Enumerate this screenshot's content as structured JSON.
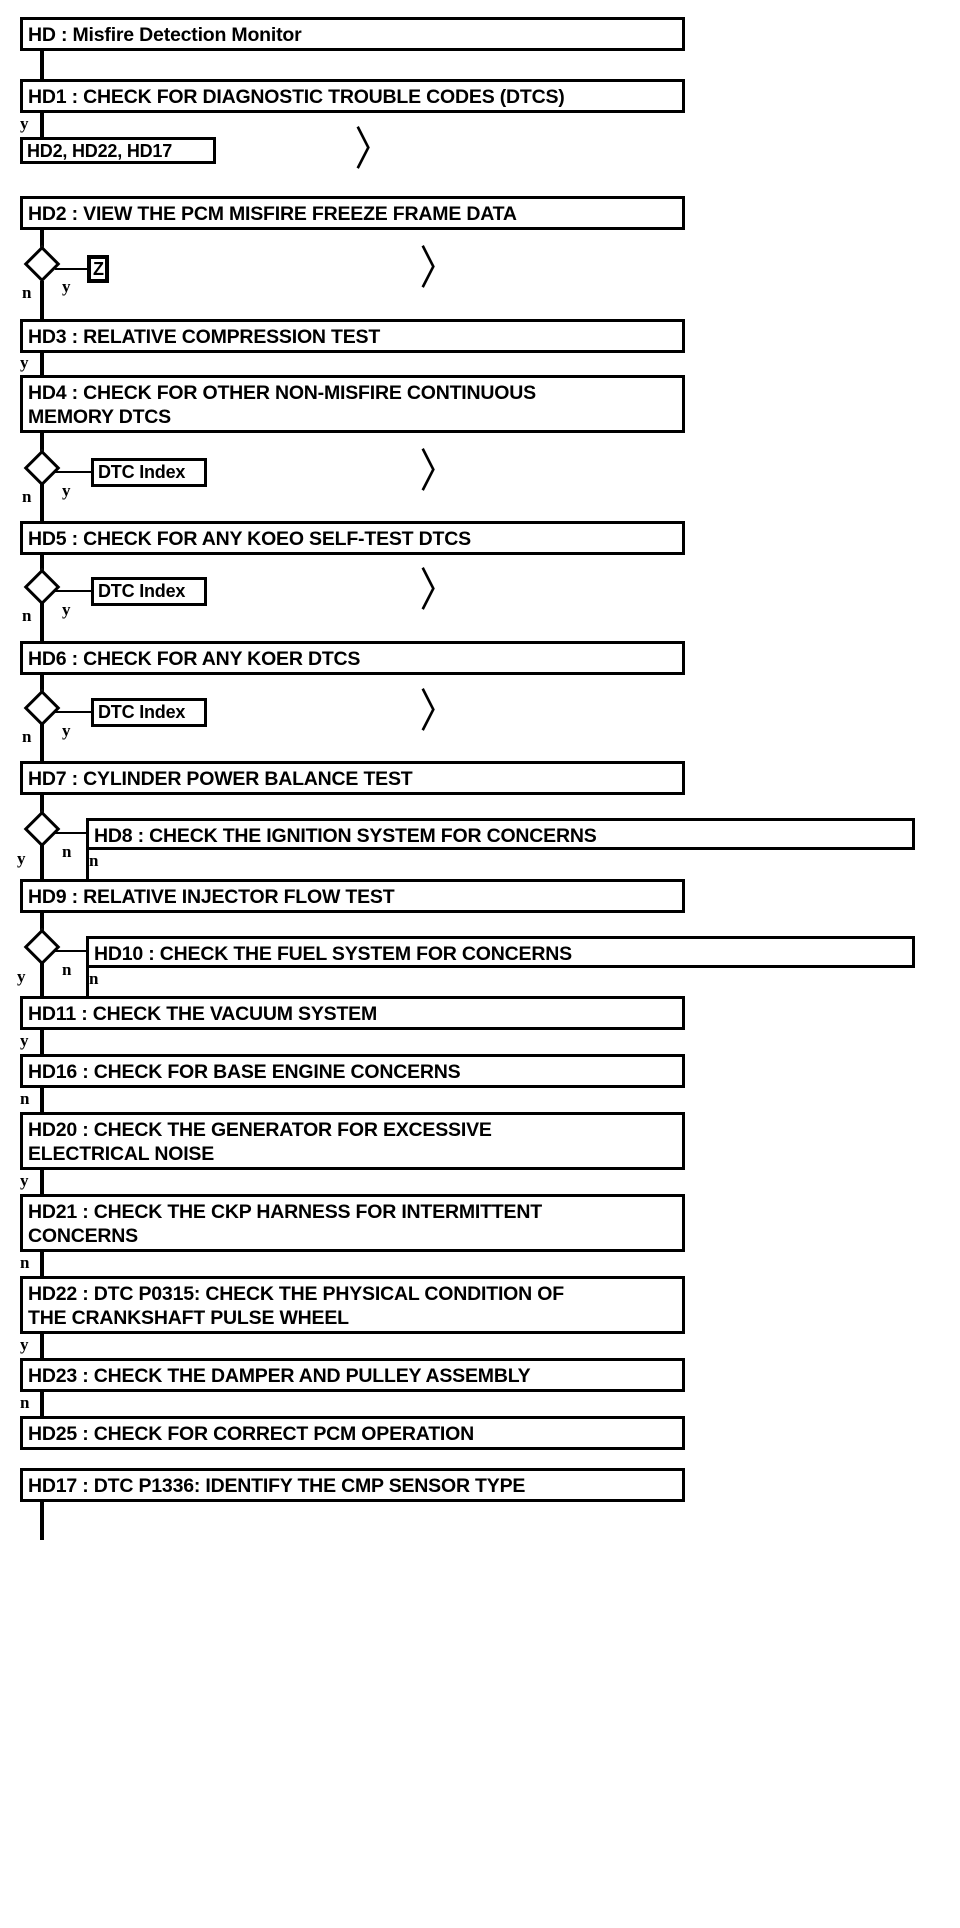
{
  "diagram": {
    "title": "HD : Misfire Detection Monitor",
    "type": "flowchart",
    "orientation": "vertical",
    "colors": {
      "stroke": "#000000",
      "fill": "#ffffff",
      "text": "#000000"
    },
    "nodes": [
      {
        "id": "hd",
        "kind": "process",
        "label": "HD : Misfire Detection Monitor"
      },
      {
        "id": "hd1",
        "kind": "process",
        "label": "HD1 : CHECK FOR DIAGNOSTIC TROUBLE CODES (DTCS)"
      },
      {
        "id": "ref1",
        "kind": "connector",
        "label": "HD2, HD22, HD17"
      },
      {
        "id": "hd2",
        "kind": "process",
        "label": "HD2 : VIEW THE PCM MISFIRE FREEZE FRAME DATA"
      },
      {
        "id": "refz",
        "kind": "connector",
        "label": "Z"
      },
      {
        "id": "hd3",
        "kind": "process",
        "label": "HD3 : RELATIVE COMPRESSION TEST"
      },
      {
        "id": "hd4",
        "kind": "process",
        "label": "HD4 : CHECK FOR OTHER NON-MISFIRE CONTINUOUS\nMEMORY DTCS"
      },
      {
        "id": "dtc1",
        "kind": "connector",
        "label": "DTC Index"
      },
      {
        "id": "hd5",
        "kind": "process",
        "label": "HD5 : CHECK FOR ANY KOEO SELF-TEST DTCS"
      },
      {
        "id": "dtc2",
        "kind": "connector",
        "label": "DTC Index"
      },
      {
        "id": "hd6",
        "kind": "process",
        "label": "HD6 : CHECK FOR ANY KOER DTCS"
      },
      {
        "id": "dtc3",
        "kind": "connector",
        "label": "DTC Index"
      },
      {
        "id": "hd7",
        "kind": "process",
        "label": "HD7 : CYLINDER POWER BALANCE TEST"
      },
      {
        "id": "hd8",
        "kind": "process",
        "label": "HD8 : CHECK THE IGNITION SYSTEM FOR CONCERNS"
      },
      {
        "id": "hd9",
        "kind": "process",
        "label": "HD9 : RELATIVE INJECTOR FLOW TEST"
      },
      {
        "id": "hd10",
        "kind": "process",
        "label": "HD10 : CHECK THE FUEL SYSTEM FOR CONCERNS"
      },
      {
        "id": "hd11",
        "kind": "process",
        "label": "HD11 : CHECK THE VACUUM SYSTEM"
      },
      {
        "id": "hd16",
        "kind": "process",
        "label": "HD16 : CHECK FOR BASE ENGINE CONCERNS"
      },
      {
        "id": "hd20",
        "kind": "process",
        "label": "HD20 : CHECK THE GENERATOR FOR EXCESSIVE\nELECTRICAL NOISE"
      },
      {
        "id": "hd21",
        "kind": "process",
        "label": "HD21 : CHECK THE CKP HARNESS FOR INTERMITTENT\nCONCERNS"
      },
      {
        "id": "hd22",
        "kind": "process",
        "label": "HD22 : DTC P0315: CHECK THE PHYSICAL CONDITION OF\nTHE CRANKSHAFT PULSE WHEEL"
      },
      {
        "id": "hd23",
        "kind": "process",
        "label": "HD23 : CHECK THE DAMPER AND PULLEY ASSEMBLY"
      },
      {
        "id": "hd25",
        "kind": "process",
        "label": "HD25 : CHECK FOR CORRECT PCM OPERATION"
      },
      {
        "id": "hd17",
        "kind": "process",
        "label": "HD17 : DTC P1336: IDENTIFY THE CMP SENSOR TYPE"
      }
    ],
    "branch_labels": {
      "hd1_yes": "y",
      "hd2_no": "n",
      "hd2_yes": "y",
      "hd3_yes": "y",
      "hd4_no": "n",
      "hd4_yes": "y",
      "hd5_no": "n",
      "hd5_yes": "y",
      "hd6_no": "n",
      "hd6_yes": "y",
      "hd7_yes": "y",
      "hd7_no": "n",
      "hd8_no": "n",
      "hd9_yes": "y",
      "hd9_no": "n",
      "hd10_no": "n",
      "hd11_yes": "y",
      "hd16_no": "n",
      "hd20_yes": "y",
      "hd21_no": "n",
      "hd22_yes": "y",
      "hd23_no": "n"
    },
    "chevrons": [
      {
        "id": "chev-ref1",
        "glyph": "〉"
      },
      {
        "id": "chev-refz",
        "glyph": "〉"
      },
      {
        "id": "chev-dtc1",
        "glyph": "〉"
      },
      {
        "id": "chev-dtc2",
        "glyph": "〉"
      },
      {
        "id": "chev-dtc3",
        "glyph": "〉"
      }
    ]
  }
}
